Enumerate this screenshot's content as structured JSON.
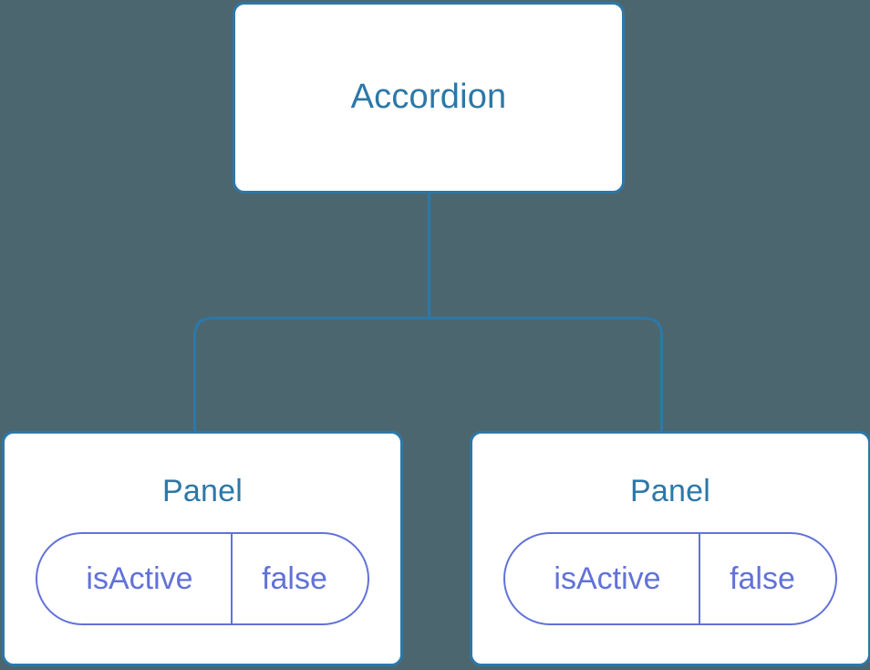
{
  "diagram": {
    "type": "component-tree",
    "background_color": "#4c6670",
    "node_border_color": "#2c78a8",
    "node_title_color": "#2c78a8",
    "edge_color": "#2c78a8",
    "prop_color": "#6272d8",
    "node_fill_color": "#ffffff"
  },
  "root": {
    "title": "Accordion"
  },
  "children": [
    {
      "title": "Panel",
      "props": [
        {
          "key": "isActive",
          "value": "false"
        }
      ]
    },
    {
      "title": "Panel",
      "props": [
        {
          "key": "isActive",
          "value": "false"
        }
      ]
    }
  ]
}
